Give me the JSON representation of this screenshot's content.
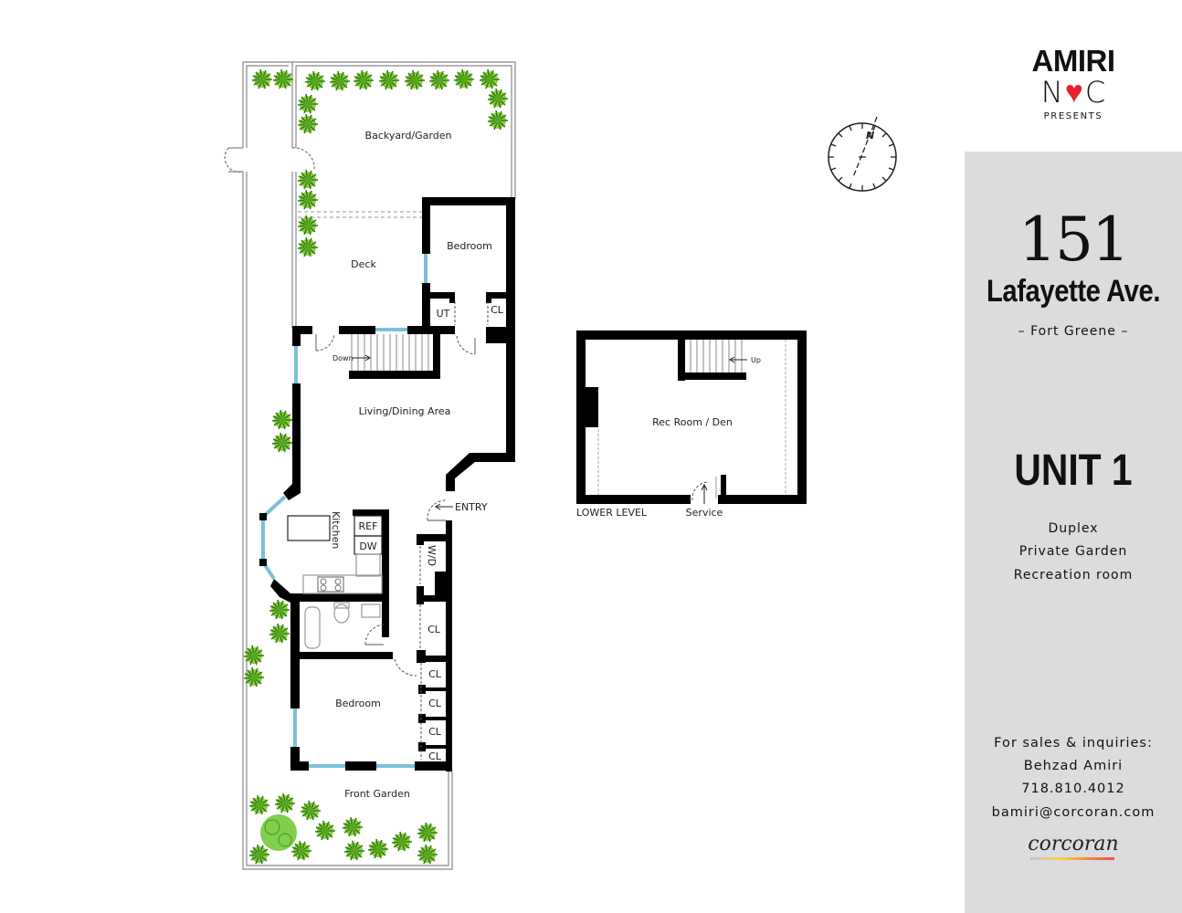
{
  "logo": {
    "line1": "AMIRI",
    "line2_left": "N",
    "line2_heart": "♥",
    "line2_right": "C",
    "tagline": "PRESENTS",
    "heart_color": "#e8202a"
  },
  "listing": {
    "street_number": "151",
    "street_name": "Lafayette Ave.",
    "neighborhood": "– Fort Greene –",
    "unit": "UNIT 1",
    "features": [
      "Duplex",
      "Private Garden",
      "Recreation room"
    ]
  },
  "contact": {
    "heading": "For sales & inquiries:",
    "agent": "Behzad Amiri",
    "phone": "718.810.4012",
    "email": "bamiri@corcoran.com",
    "brand": "corcoran"
  },
  "compass": {
    "label": "N",
    "icon": "compass-icon"
  },
  "floorplan": {
    "main_level": {
      "rooms": {
        "backyard": "Backyard/Garden",
        "deck": "Deck",
        "bedroom_rear": "Bedroom",
        "utility": "UT",
        "closet_rear": "CL",
        "stairs_down": "Down",
        "living": "Living/Dining Area",
        "entry": "ENTRY",
        "kitchen": "Kitchen",
        "ref": "REF",
        "dw": "DW",
        "wd": "W/D",
        "closet_hall": "CL",
        "closets_bedroom": [
          "CL",
          "CL",
          "CL",
          "CL"
        ],
        "bedroom_front": "Bedroom",
        "front_garden": "Front Garden"
      }
    },
    "lower_level": {
      "title": "LOWER LEVEL",
      "room": "Rec Room / Den",
      "stairs_up": "Up",
      "service": "Service"
    }
  },
  "colors": {
    "panel_bg": "#dcdcde",
    "wall": "#000000",
    "window": "#7cc0d8",
    "plant": "#7cbf2a"
  }
}
